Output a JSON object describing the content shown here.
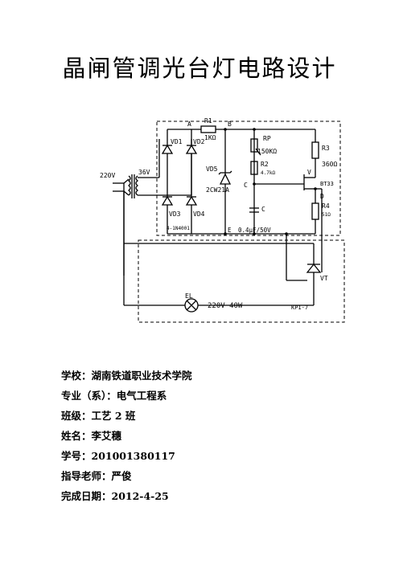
{
  "document": {
    "title": "晶闸管调光台灯电路设计"
  },
  "circuit": {
    "labels": {
      "node_a": "A",
      "node_b": "B",
      "r1": "R1",
      "r1_value": "1KΩ",
      "vd1": "VD1",
      "vd2": "VD2",
      "vd3": "VD3",
      "vd4": "VD4",
      "vd5": "VD5",
      "vd5_part": "2CW21A",
      "diode_part": "4-1N4001",
      "rp": "RP",
      "rp_value": "150KΩ",
      "r2": "R2",
      "r2_value": "4.7kΩ",
      "r3": "R3",
      "r3_value": "360Ω",
      "r4": "R4",
      "r4_value": "51Ω",
      "c_node": "C",
      "c": "C",
      "c_value": "0.4μF/50V",
      "v": "V",
      "v_part": "BT33",
      "d": "D",
      "e": "E",
      "vt": "VT",
      "vt_part": "KP1-7",
      "el": "EL",
      "lamp_rating": "220V 40W",
      "mains": "220V",
      "secondary": "36V"
    }
  },
  "info": {
    "school": "学校：湖南铁道职业技术学院",
    "major": "专业（系）：电气工程系",
    "class": "班级：工艺 2 班",
    "name": "姓名：李艾穗",
    "student_id": "学号：201001380117",
    "advisor": "指导老师：严俊",
    "date": "完成日期：2012-4-25"
  }
}
